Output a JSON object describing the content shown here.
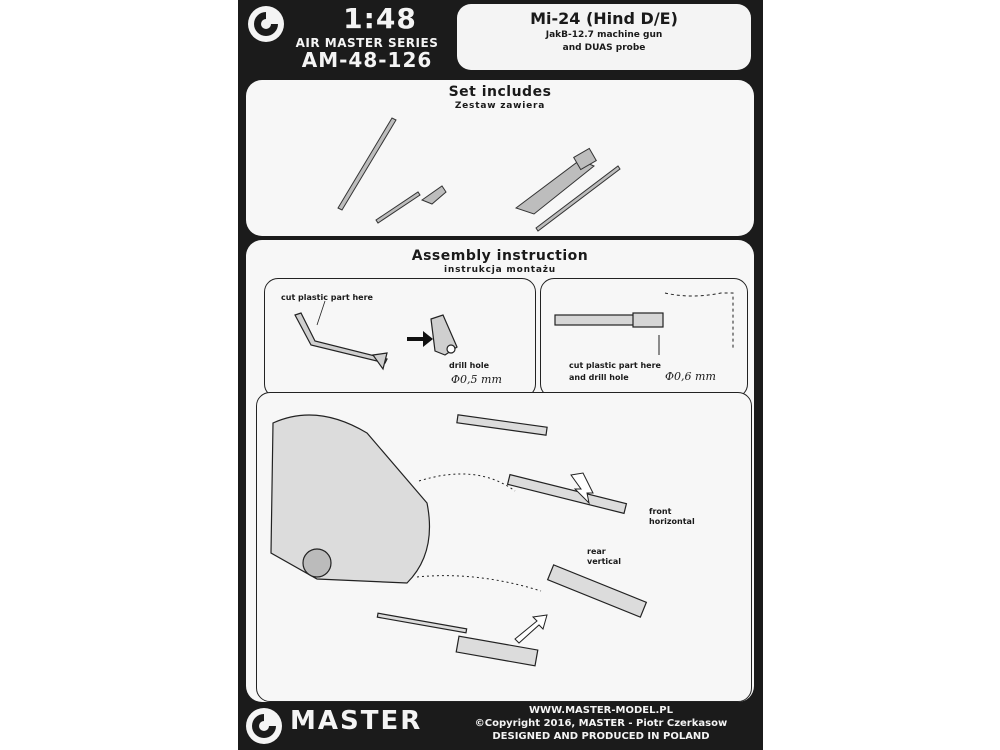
{
  "header": {
    "scale": "1:48",
    "series": "AIR MASTER SERIES",
    "code": "AM-48-126",
    "title": "Mi-24 (Hind D/E)",
    "title_line2": "JakB-12.7 machine gun",
    "title_line3": "and DUAS probe",
    "subtitle": "Mi-24 - karabin JakB-12.7 i sonda DUAS"
  },
  "includes": {
    "heading": "Set includes",
    "subheading": "Zestaw zawiera"
  },
  "assembly": {
    "heading": "Assembly instruction",
    "subheading": "instrukcja montażu",
    "step1_cut": "cut plastic part here",
    "step1_drill": "drill hole",
    "step1_size": "Φ0,5 mm",
    "step2_cut": "cut plastic part here",
    "step2_drill": "and drill hole",
    "step2_size": "Φ0,6 mm",
    "front": "front",
    "horizontal": "horizontal",
    "rear": "rear",
    "vertical": "vertical"
  },
  "footer": {
    "brand": "MASTER",
    "url": "WWW.MASTER-MODEL.PL",
    "copyright": "©Copyright 2016, MASTER - Piotr Czerkasow",
    "made": "DESIGNED AND PRODUCED IN POLAND"
  }
}
